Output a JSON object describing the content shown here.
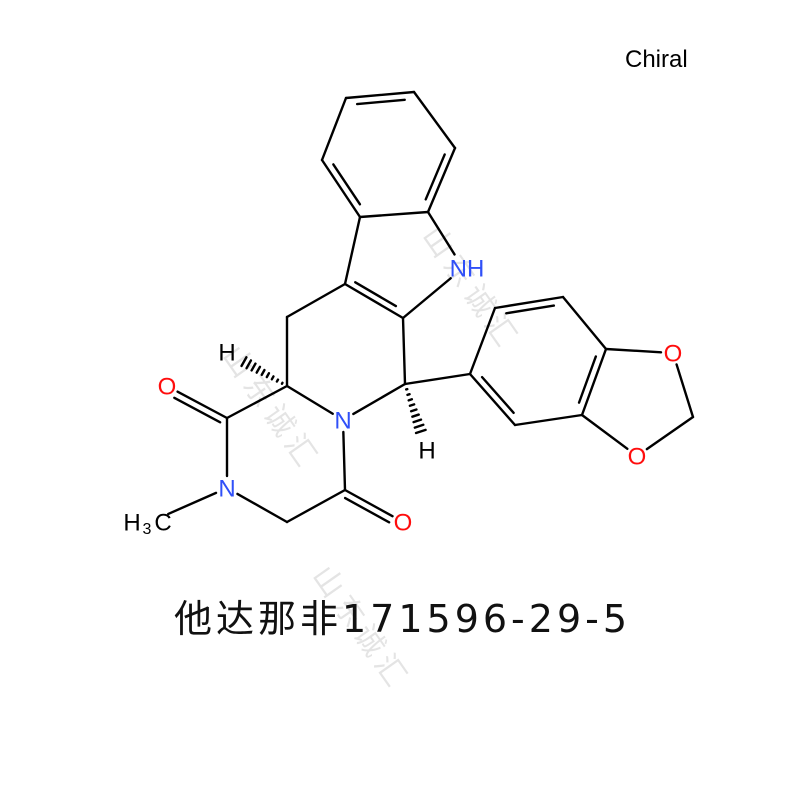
{
  "chiral_label": "Chiral",
  "caption": "他达那非171596-29-5",
  "watermark": "山东诚汇",
  "atom_labels": {
    "nh": "NH",
    "n_ring": "N",
    "n_methyl": "N",
    "o_carbonyl_1": "O",
    "o_carbonyl_4": "O",
    "o_dioxole_upper": "O",
    "o_dioxole_lower": "O",
    "h_stereo_1": "H",
    "h_stereo_2": "H",
    "methyl_h": "H",
    "methyl_sub": "3",
    "methyl_c": "C"
  },
  "colors": {
    "bond": "#000000",
    "nitrogen": "#3050F8",
    "oxygen": "#FF0D0D",
    "carbon_hydrogen": "#000000"
  }
}
